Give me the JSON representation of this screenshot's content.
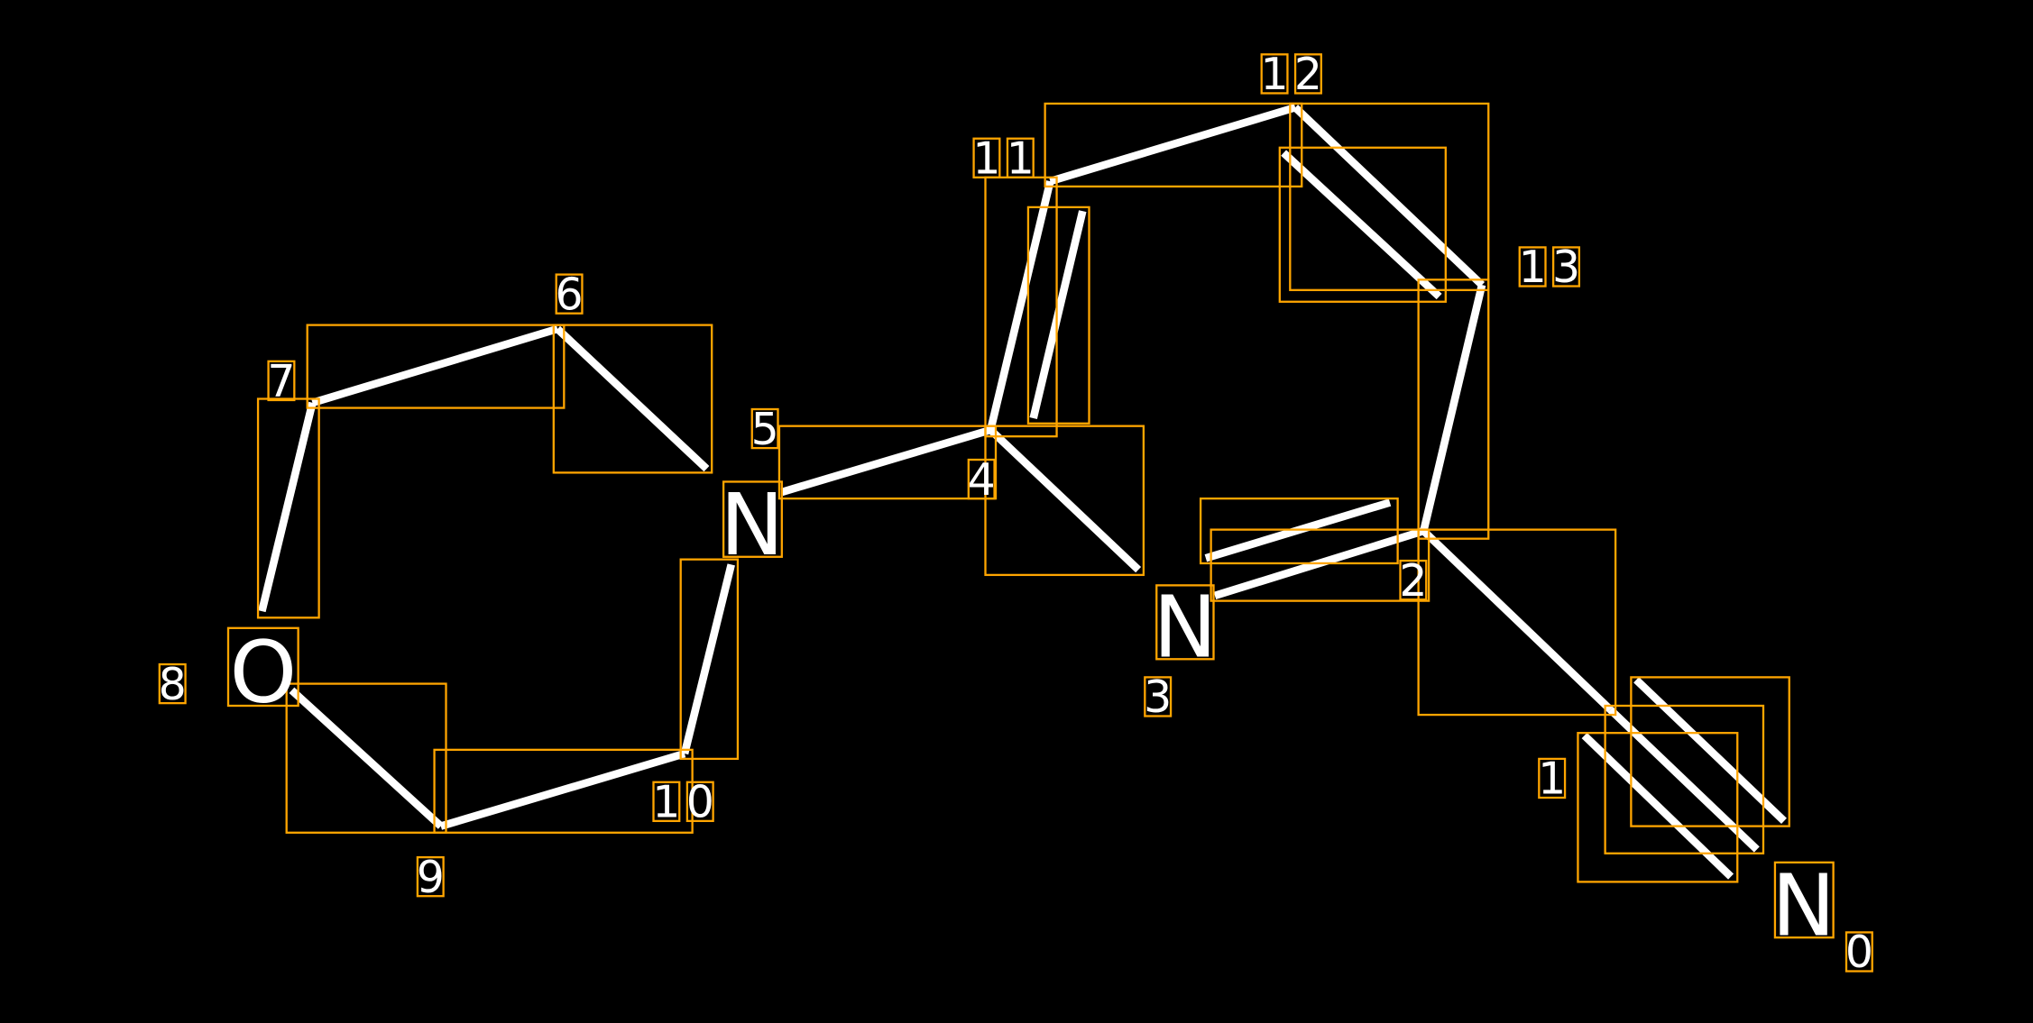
{
  "colors": {
    "background": "#000000",
    "bond": "#FFFFFF",
    "box": "#FFA500"
  },
  "atoms": [
    {
      "symbol": "N",
      "index": "5"
    },
    {
      "symbol": "O",
      "index": "8"
    },
    {
      "symbol": "N",
      "index": "3"
    },
    {
      "symbol": "N",
      "index": "0"
    }
  ],
  "indices": [
    "0",
    "1",
    "2",
    "3",
    "4",
    "5",
    "6",
    "7",
    "8",
    "9",
    "10",
    "11",
    "12",
    "13"
  ]
}
